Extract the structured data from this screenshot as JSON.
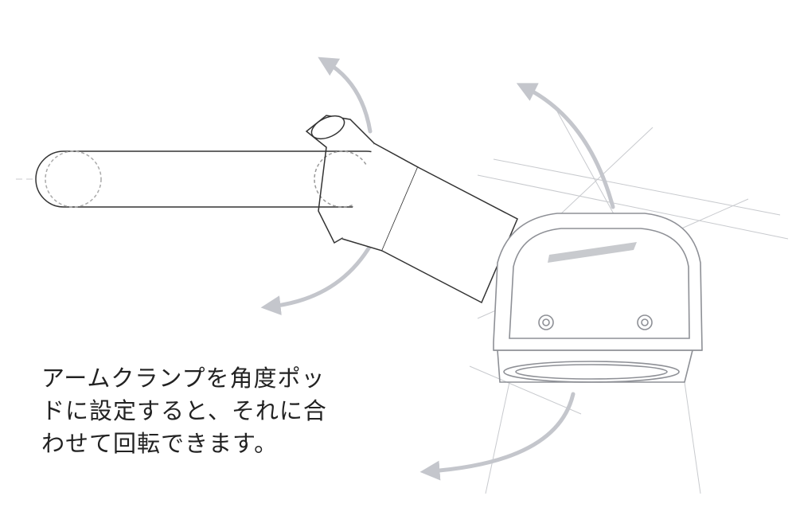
{
  "caption": {
    "lines": [
      "アームクランプを角度ポッ",
      "ドに設定すると、それに合",
      "わせて回転できます。"
    ]
  },
  "colors": {
    "line": "#333333",
    "arrow": "#c4c6cc",
    "guide": "#b5b7bc",
    "text": "#222222"
  }
}
